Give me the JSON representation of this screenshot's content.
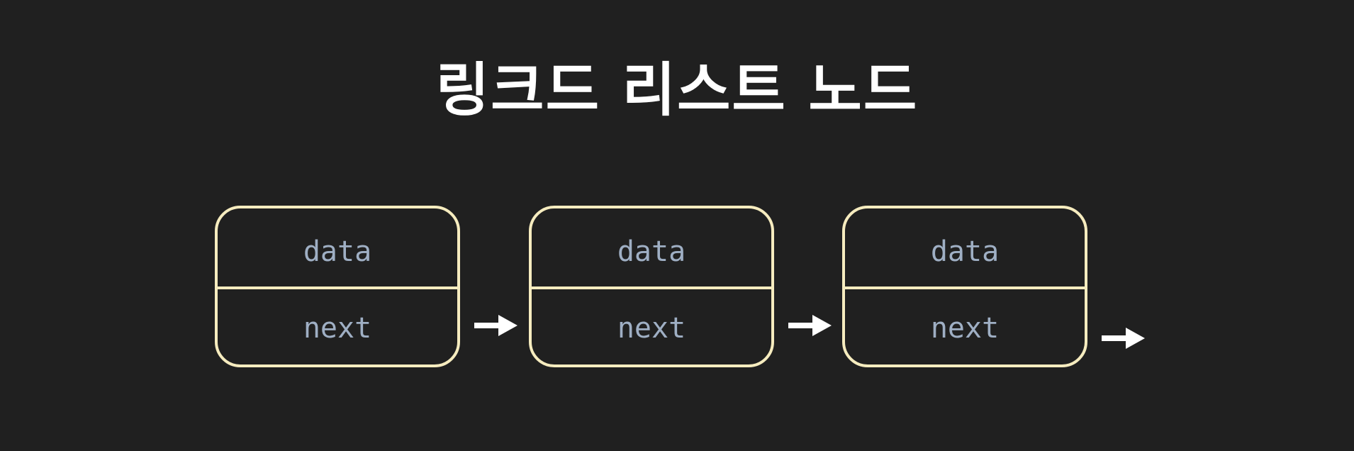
{
  "title": "링크드 리스트 노드",
  "nodes": [
    {
      "data_label": "data",
      "next_label": "next"
    },
    {
      "data_label": "data",
      "next_label": "next"
    },
    {
      "data_label": "data",
      "next_label": "next"
    }
  ],
  "colors": {
    "background": "#202020",
    "title": "#ffffff",
    "node_border": "#f6ecbf",
    "field_text": "#9fafc4",
    "arrow": "#ffffff"
  }
}
